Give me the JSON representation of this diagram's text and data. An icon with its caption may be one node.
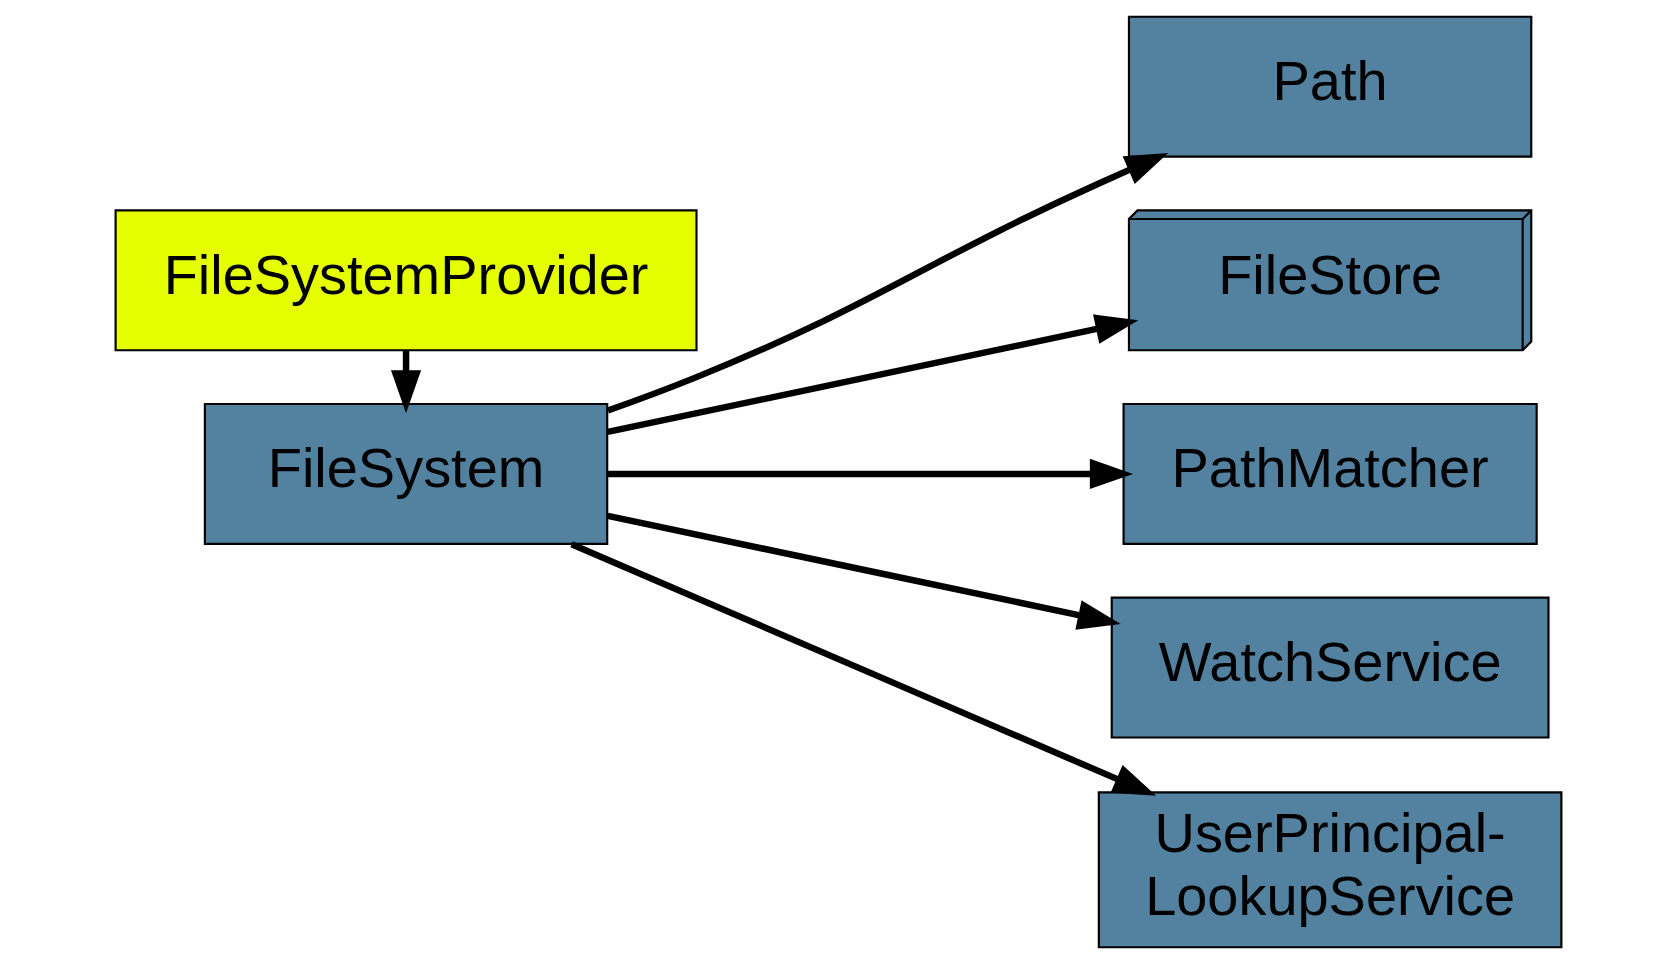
{
  "diagram": {
    "nodes": [
      {
        "text": [
          "Path"
        ]
      },
      {
        "text": [
          "FileStore"
        ]
      },
      {
        "text": [
          "FileSystem"
        ]
      },
      {
        "text": [
          "PathMatcher"
        ]
      },
      {
        "text": [
          "WatchService"
        ]
      },
      {
        "text": [
          "FileSystemProvider"
        ]
      },
      {
        "text": [
          "UserPrincipal- LookupService"
        ]
      }
    ],
    "edges": [
      {
        "from": 2,
        "to": 0,
        "arrow": "to"
      },
      {
        "from": 2,
        "to": 1,
        "arrow": "to"
      },
      {
        "from": 2,
        "to": 3,
        "arrow": "to"
      },
      {
        "from": 2,
        "to": 4,
        "arrow": "to"
      },
      {
        "from": 2,
        "to": 6,
        "arrow": "to"
      },
      {
        "from": 5,
        "to": 2,
        "arrow": "to"
      }
    ]
  }
}
